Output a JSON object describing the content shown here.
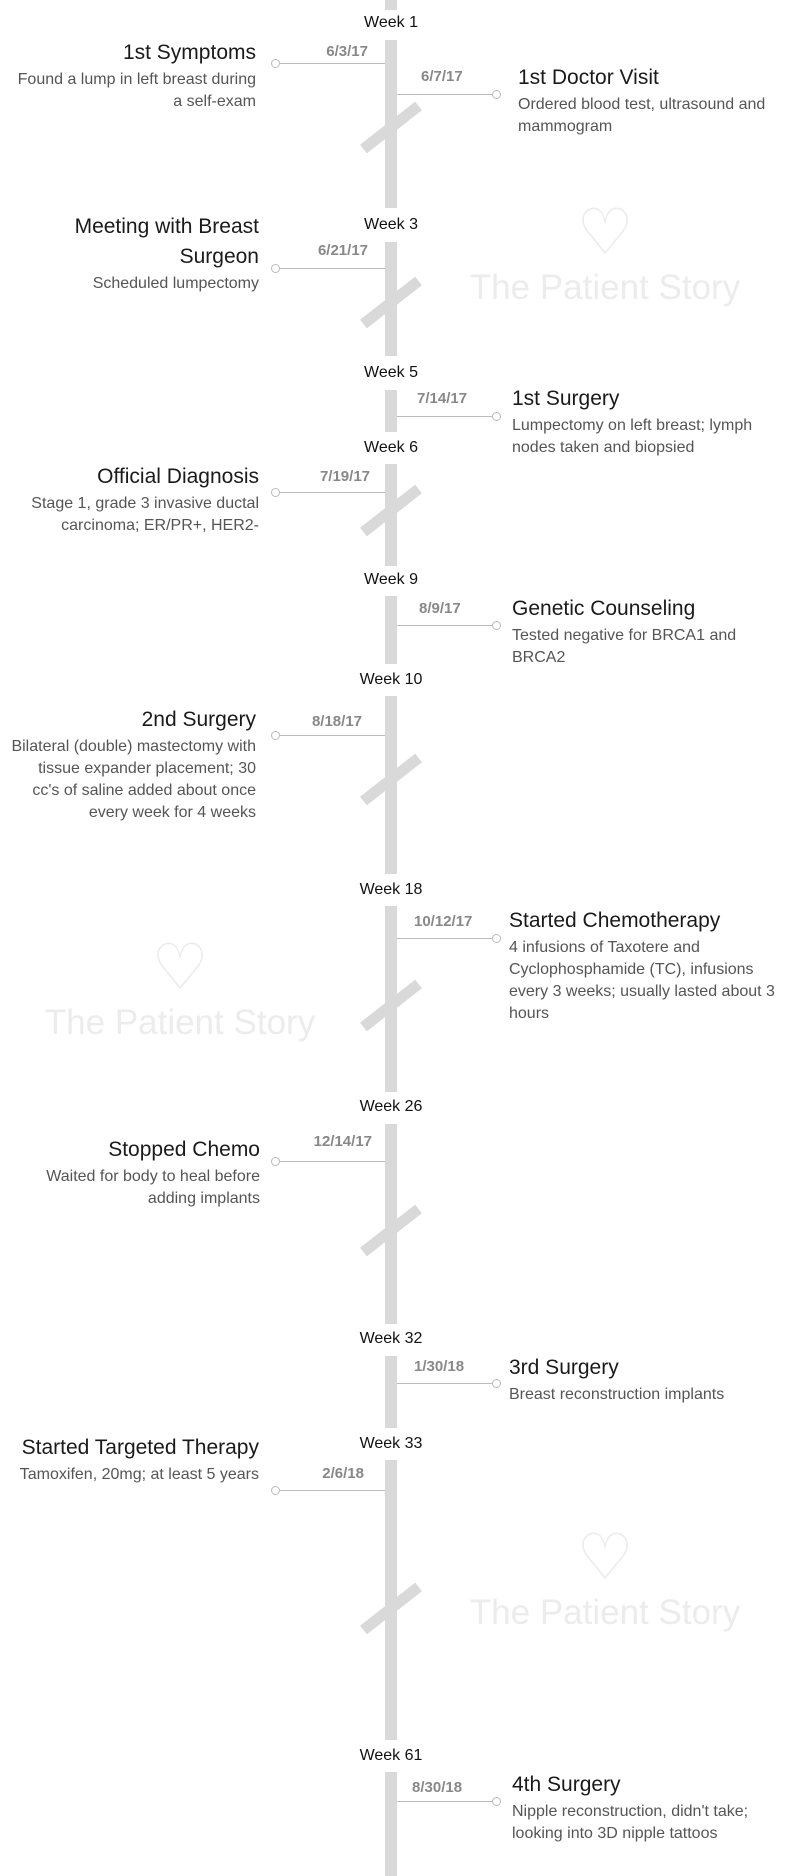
{
  "watermark": {
    "text": "The Patient Story",
    "icon": "heart-handshake-icon"
  },
  "weeks": [
    "Week 1",
    "Week 3",
    "Week 5",
    "Week 6",
    "Week 9",
    "Week 10",
    "Week 18",
    "Week 26",
    "Week 32",
    "Week 33",
    "Week 61"
  ],
  "events": [
    {
      "title": "1st Symptoms",
      "date": "6/3/17",
      "desc": "Found a lump in left breast during a self-exam"
    },
    {
      "title": "1st Doctor Visit",
      "date": "6/7/17",
      "desc": "Ordered blood test, ultrasound and mammogram"
    },
    {
      "title": "Meeting with Breast Surgeon",
      "date": "6/21/17",
      "desc": "Scheduled lumpectomy"
    },
    {
      "title": "1st Surgery",
      "date": "7/14/17",
      "desc": "Lumpectomy on left breast; lymph nodes taken and biopsied"
    },
    {
      "title": "Official Diagnosis",
      "date": "7/19/17",
      "desc": "Stage 1, grade 3 invasive ductal carcinoma; ER/PR+, HER2-"
    },
    {
      "title": "Genetic Counseling",
      "date": "8/9/17",
      "desc": "Tested negative for BRCA1 and BRCA2"
    },
    {
      "title": "2nd Surgery",
      "date": "8/18/17",
      "desc": "Bilateral (double) mastectomy with tissue expander placement; 30 cc's of saline added about once every week for 4 weeks"
    },
    {
      "title": "Started Chemotherapy",
      "date": "10/12/17",
      "desc": "4 infusions of Taxotere and Cyclophosphamide (TC), infusions every 3 weeks; usually lasted about 3 hours"
    },
    {
      "title": "Stopped Chemo",
      "date": "12/14/17",
      "desc": "Waited for body to heal before adding implants"
    },
    {
      "title": "3rd Surgery",
      "date": "1/30/18",
      "desc": "Breast reconstruction implants"
    },
    {
      "title": "Started Targeted Therapy",
      "date": "2/6/18",
      "desc": "Tamoxifen, 20mg; at least 5 years"
    },
    {
      "title": "4th Surgery",
      "date": "8/30/18",
      "desc": "Nipple reconstruction, didn't take; looking into 3D nipple tattoos"
    }
  ]
}
